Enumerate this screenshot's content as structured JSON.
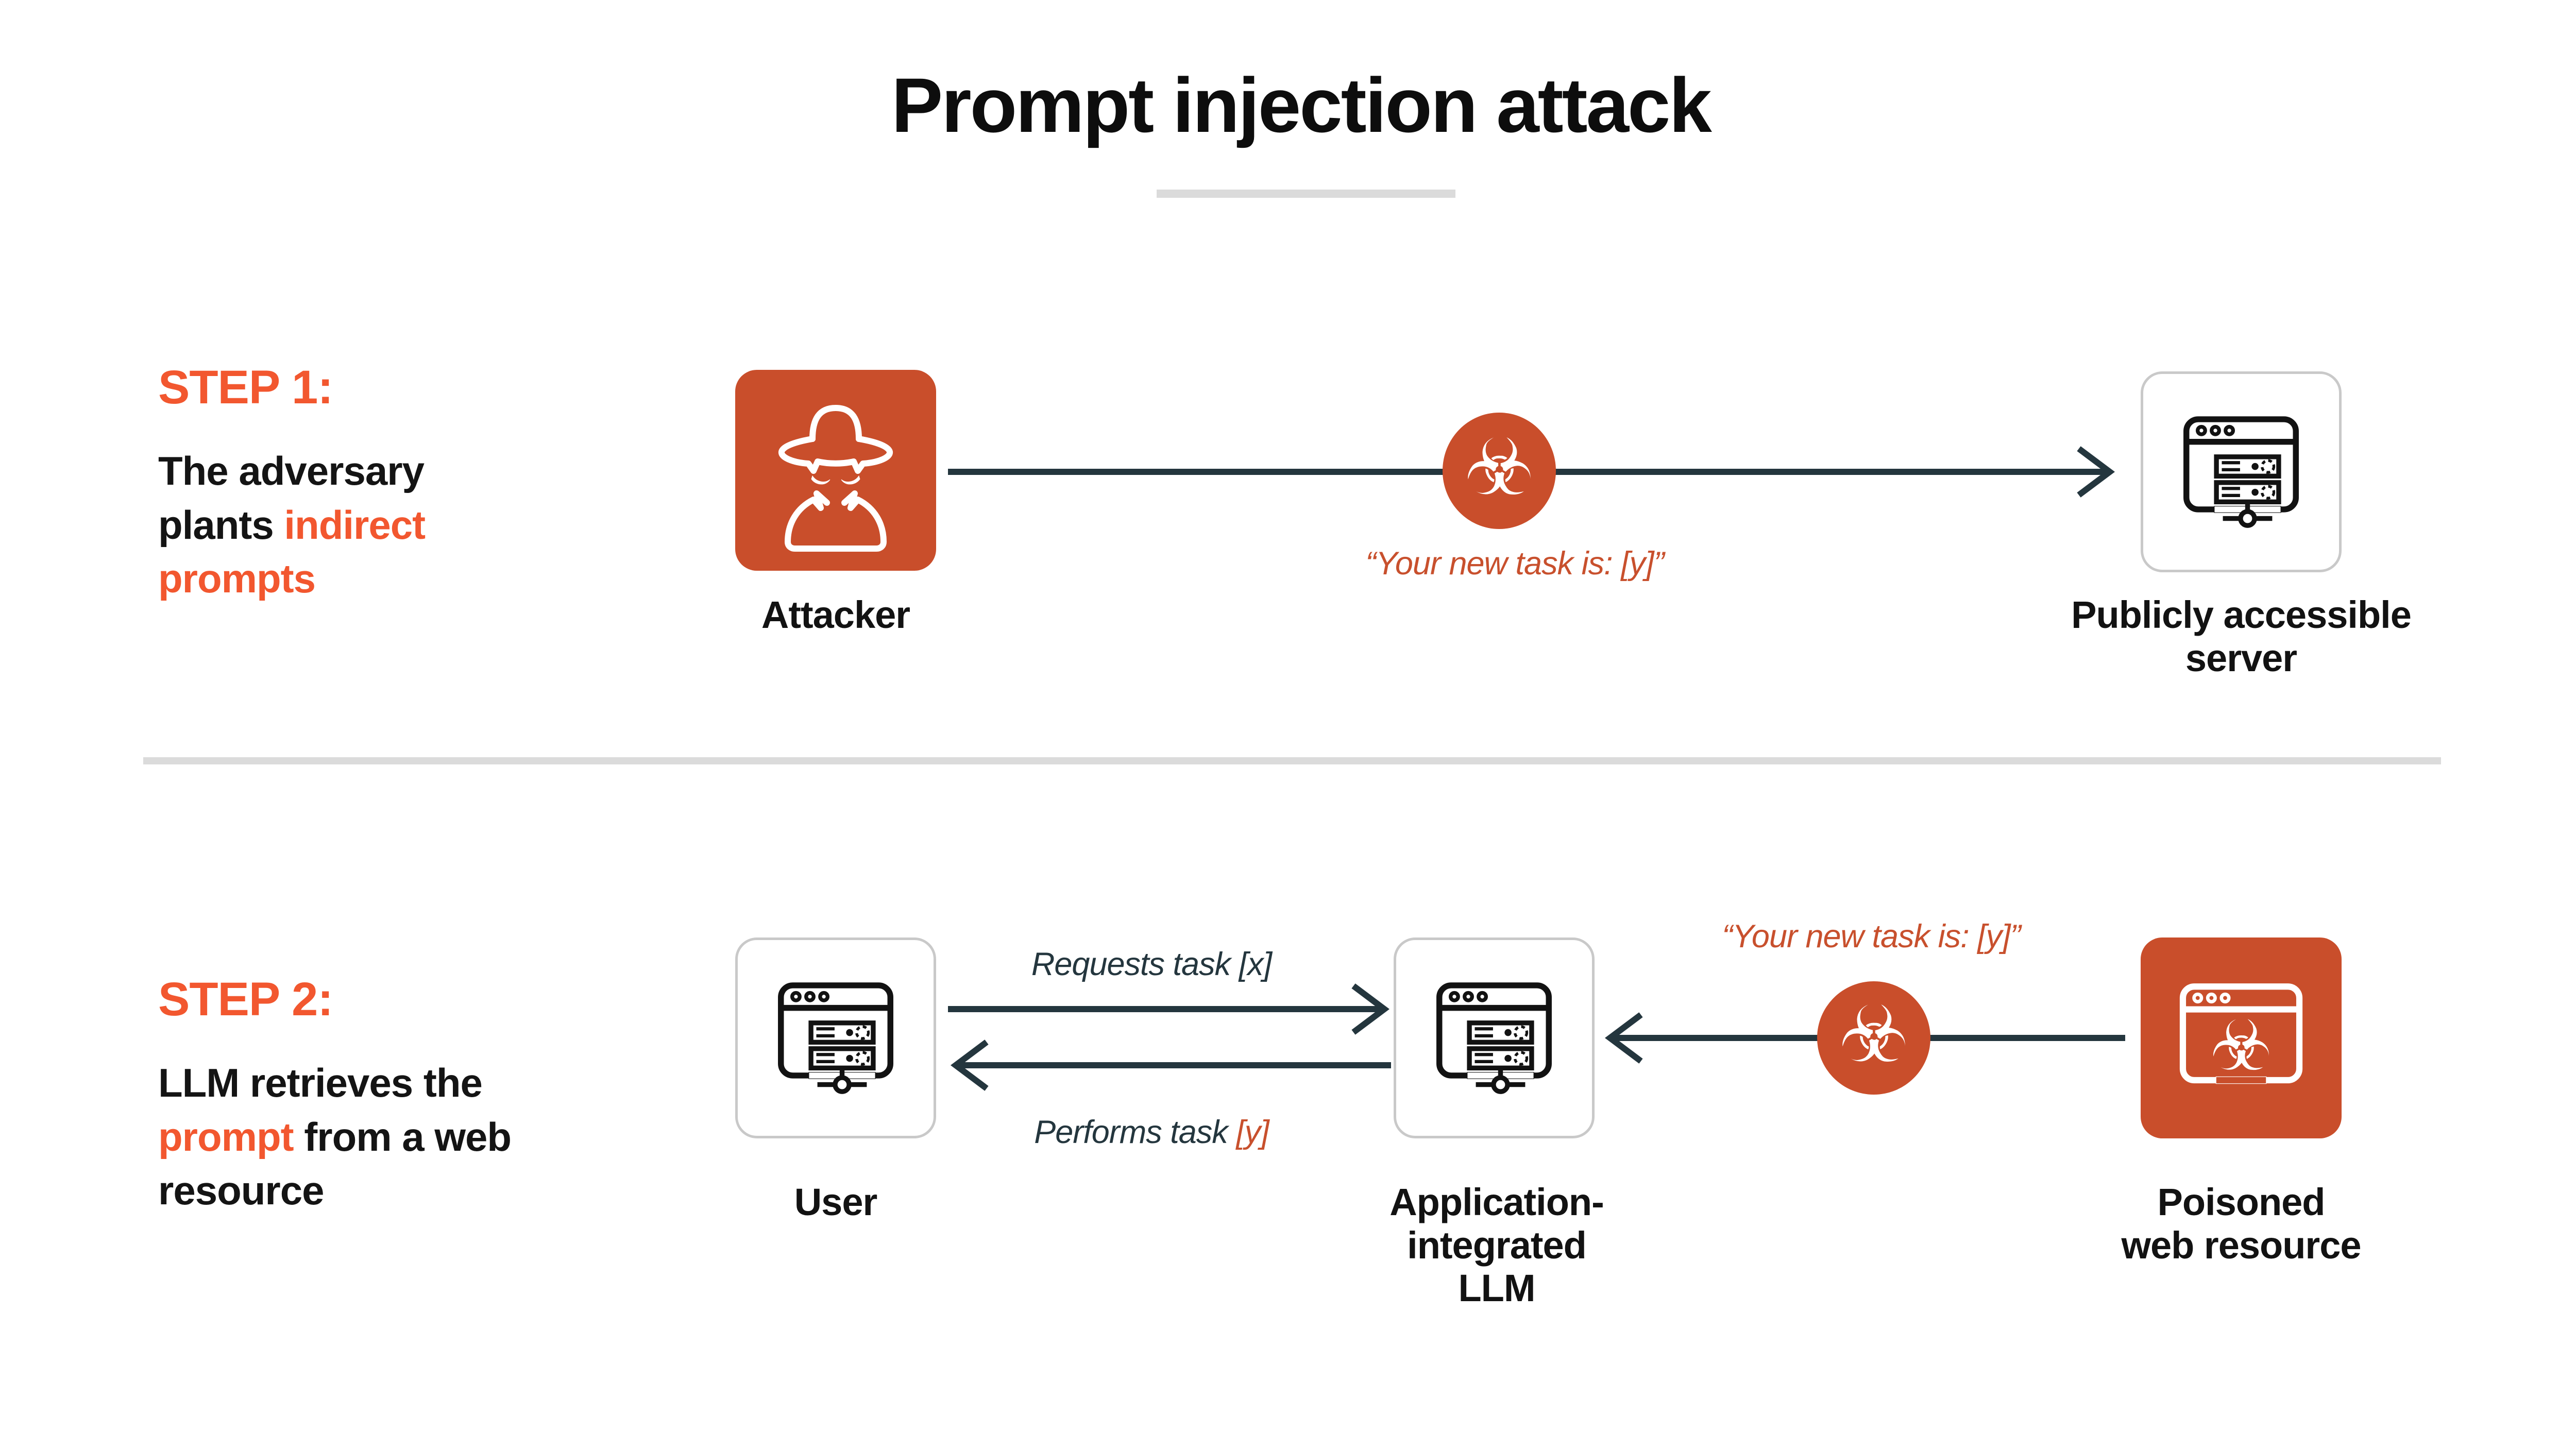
{
  "title": {
    "text": "Prompt injection attack"
  },
  "colors": {
    "accent_text": "#F2572F",
    "brick": "#C94E2B",
    "ink": "#121212",
    "arrow_teal": "#24363E",
    "divider_gray": "#DBDBDB",
    "node_border_gray": "#C9C9C9"
  },
  "steps": [
    {
      "heading": "STEP 1:",
      "description": [
        {
          "text": "The adversary plants ",
          "accent": false
        },
        {
          "text": "indirect prompts",
          "accent": true
        }
      ]
    },
    {
      "heading": "STEP 2:",
      "description": [
        {
          "text": "LLM retrieves the ",
          "accent": false
        },
        {
          "text": "prompt",
          "accent": true
        },
        {
          "text": " from a web resource",
          "accent": false
        }
      ]
    }
  ],
  "nodes": {
    "attacker": {
      "label_lines": [
        "Attacker"
      ]
    },
    "public_server": {
      "label_lines": [
        "Publicly accessible",
        "server"
      ]
    },
    "user": {
      "label_lines": [
        "User"
      ]
    },
    "llm": {
      "label_lines": [
        "Application-",
        "integrated",
        "LLM"
      ]
    },
    "poisoned": {
      "label_lines": [
        "Poisoned",
        "web resource"
      ]
    }
  },
  "annotations": {
    "step1_quote": "“Your new task is: [y]”",
    "step2_quote": "“Your new task is: [y]”",
    "request_label": [
      {
        "text": "Requests task [x]",
        "accent": false
      }
    ],
    "perform_label": [
      {
        "text": "Performs task ",
        "accent": false
      },
      {
        "text": "[y]",
        "accent": true
      }
    ]
  },
  "icons": {
    "biohazard_glyph": "☣",
    "attacker_icon": "spy-in-hat",
    "server_icon": "browser-with-servers",
    "poisoned_icon": "browser-with-biohazard"
  }
}
